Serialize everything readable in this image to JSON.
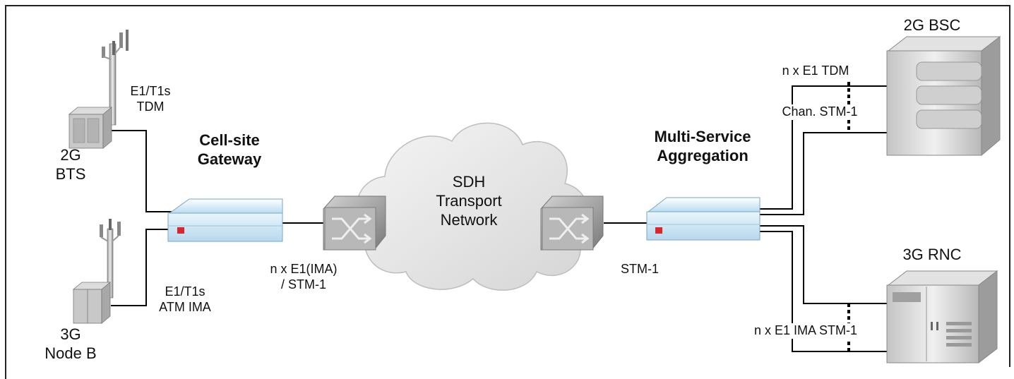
{
  "nodes": {
    "bts": {
      "label": "2G\nBTS"
    },
    "nodeb": {
      "label": "3G\nNode B"
    },
    "csg": {
      "label": "Cell-site\nGateway"
    },
    "sdh": {
      "label": "SDH\nTransport\nNetwork"
    },
    "msa": {
      "label": "Multi-Service\nAggregation"
    },
    "bsc": {
      "label": "2G BSC"
    },
    "rnc": {
      "label": "3G RNC"
    }
  },
  "links": {
    "bts_csg": {
      "label": "E1/T1s\nTDM"
    },
    "nodeb_csg": {
      "label": "E1/T1s\nATM IMA"
    },
    "csg_sdh": {
      "label": "n x E1(IMA)\n/ STM-1"
    },
    "sdh_msa": {
      "label": "STM-1"
    },
    "msa_bsc_top": {
      "label": "n x E1 TDM"
    },
    "msa_bsc_bottom": {
      "label": "Chan. STM-1"
    },
    "msa_rnc": {
      "label": "n x E1 IMA STM-1"
    }
  },
  "colors": {
    "line": "#000000",
    "device_blue": "#cfe6f4",
    "cloud": "#e6e6e6",
    "switch": "#a3a3a3",
    "red_port": "#d9252b"
  },
  "icons": [
    "antenna-tower-icon",
    "cabinet-icon",
    "gateway-router-icon",
    "sdh-cross-connect-icon",
    "cloud-icon",
    "server-rack-icon"
  ]
}
